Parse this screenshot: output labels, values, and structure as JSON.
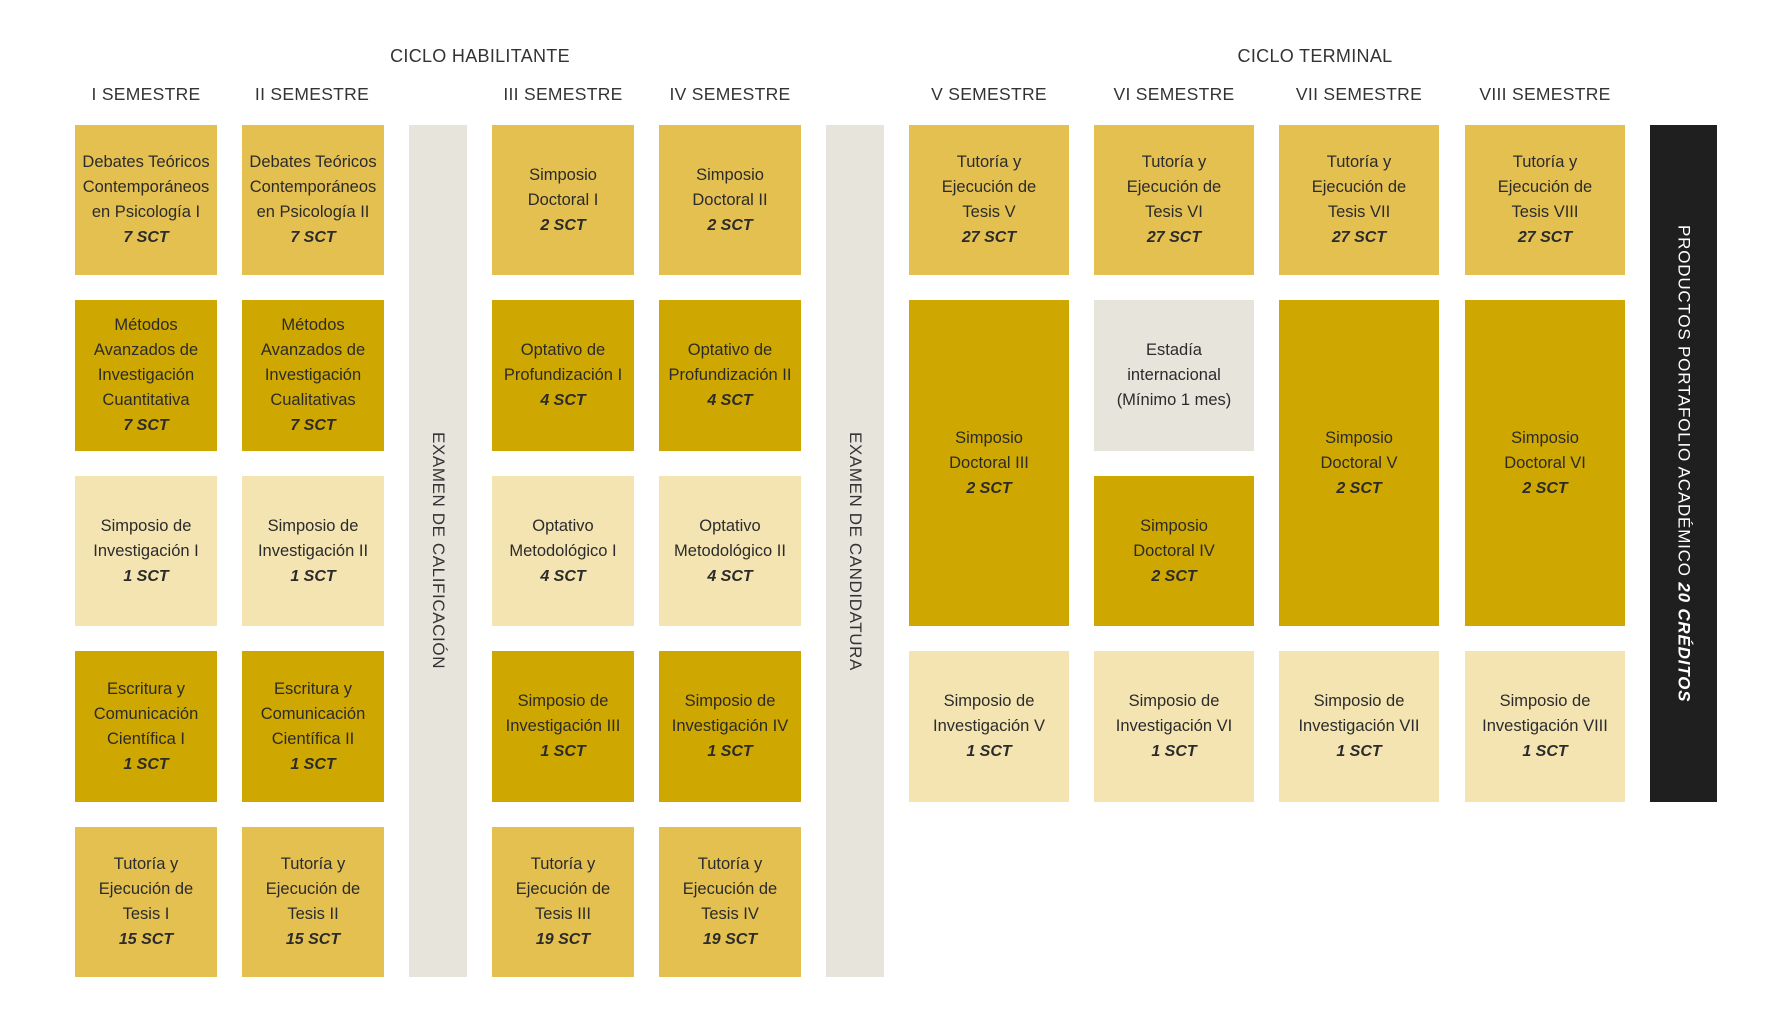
{
  "cycles": {
    "habilitante": "CICLO HABILITANTE",
    "terminal": "CICLO TERMINAL"
  },
  "semesters": [
    "I SEMESTRE",
    "II SEMESTRE",
    "III SEMESTRE",
    "IV SEMESTRE",
    "V SEMESTRE",
    "VI SEMESTRE",
    "VII SEMESTRE",
    "VIII SEMESTRE"
  ],
  "exams": {
    "calificacion": "EXAMEN DE CALIFICACIÓN",
    "candidatura": "EXAMEN DE CANDIDATURA"
  },
  "portfolio": {
    "label": "PRODUCTOS PORTAFOLIO ACADÉMICO",
    "credits": "20 CRÉDITOS"
  },
  "colors": {
    "mid": "#e4c051",
    "dark": "#cfa701",
    "light": "#f3e4b2",
    "grey": "#e7e4dc",
    "portfolio": "#1f1f1f"
  },
  "courses": {
    "s1_debates": {
      "lines": [
        "Debates Teóricos",
        "Contemporáneos",
        "en Psicología I"
      ],
      "credits": "7 SCT"
    },
    "s1_metodos": {
      "lines": [
        "Métodos",
        "Avanzados de",
        "Investigación",
        "Cuantitativa"
      ],
      "credits": "7 SCT"
    },
    "s1_simposio": {
      "lines": [
        "Simposio de",
        "Investigación I"
      ],
      "credits": "1 SCT"
    },
    "s1_escritura": {
      "lines": [
        "Escritura y",
        "Comunicación",
        "Científica I"
      ],
      "credits": "1 SCT"
    },
    "s1_tutoria": {
      "lines": [
        "Tutoría y",
        "Ejecución de",
        "Tesis I"
      ],
      "credits": "15 SCT"
    },
    "s2_debates": {
      "lines": [
        "Debates Teóricos",
        "Contemporáneos",
        "en Psicología II"
      ],
      "credits": "7 SCT"
    },
    "s2_metodos": {
      "lines": [
        "Métodos",
        "Avanzados de",
        "Investigación",
        "Cualitativas"
      ],
      "credits": "7 SCT"
    },
    "s2_simposio": {
      "lines": [
        "Simposio de",
        "Investigación II"
      ],
      "credits": "1 SCT"
    },
    "s2_escritura": {
      "lines": [
        "Escritura y",
        "Comunicación",
        "Científica II"
      ],
      "credits": "1 SCT"
    },
    "s2_tutoria": {
      "lines": [
        "Tutoría y",
        "Ejecución de",
        "Tesis II"
      ],
      "credits": "15 SCT"
    },
    "s3_simposio_doc": {
      "lines": [
        "Simposio",
        "Doctoral I"
      ],
      "credits": "2 SCT"
    },
    "s3_optativo_prof": {
      "lines": [
        "Optativo de",
        "Profundización I"
      ],
      "credits": "4 SCT"
    },
    "s3_optativo_met": {
      "lines": [
        "Optativo",
        "Metodológico I"
      ],
      "credits": "4 SCT"
    },
    "s3_simposio_inv": {
      "lines": [
        "Simposio de",
        "Investigación III"
      ],
      "credits": "1 SCT"
    },
    "s3_tutoria": {
      "lines": [
        "Tutoría y",
        "Ejecución de",
        "Tesis III"
      ],
      "credits": "19 SCT"
    },
    "s4_simposio_doc": {
      "lines": [
        "Simposio",
        "Doctoral II"
      ],
      "credits": "2 SCT"
    },
    "s4_optativo_prof": {
      "lines": [
        "Optativo de",
        "Profundización II"
      ],
      "credits": "4 SCT"
    },
    "s4_optativo_met": {
      "lines": [
        "Optativo",
        "Metodológico II"
      ],
      "credits": "4 SCT"
    },
    "s4_simposio_inv": {
      "lines": [
        "Simposio de",
        "Investigación IV"
      ],
      "credits": "1 SCT"
    },
    "s4_tutoria": {
      "lines": [
        "Tutoría y",
        "Ejecución de",
        "Tesis IV"
      ],
      "credits": "19 SCT"
    },
    "s5_tutoria": {
      "lines": [
        "Tutoría y",
        "Ejecución de",
        "Tesis V"
      ],
      "credits": "27 SCT"
    },
    "s5_simposio_doc": {
      "lines": [
        "Simposio",
        "Doctoral III"
      ],
      "credits": "2 SCT"
    },
    "s5_simposio_inv": {
      "lines": [
        "Simposio de",
        "Investigación V"
      ],
      "credits": "1 SCT"
    },
    "s6_tutoria": {
      "lines": [
        "Tutoría y",
        "Ejecución de",
        "Tesis VI"
      ],
      "credits": "27 SCT"
    },
    "s6_estadia": {
      "lines": [
        "Estadía",
        "internacional",
        "(Mínimo 1 mes)"
      ],
      "credits": ""
    },
    "s6_simposio_doc": {
      "lines": [
        "Simposio",
        "Doctoral IV"
      ],
      "credits": "2 SCT"
    },
    "s6_simposio_inv": {
      "lines": [
        "Simposio de",
        "Investigación VI"
      ],
      "credits": "1 SCT"
    },
    "s7_tutoria": {
      "lines": [
        "Tutoría y",
        "Ejecución de",
        "Tesis VII"
      ],
      "credits": "27 SCT"
    },
    "s7_simposio_doc": {
      "lines": [
        "Simposio",
        "Doctoral V"
      ],
      "credits": "2 SCT"
    },
    "s7_simposio_inv": {
      "lines": [
        "Simposio de",
        "Investigación VII"
      ],
      "credits": "1 SCT"
    },
    "s8_tutoria": {
      "lines": [
        "Tutoría y",
        "Ejecución de",
        "Tesis VIII"
      ],
      "credits": "27 SCT"
    },
    "s8_simposio_doc": {
      "lines": [
        "Simposio",
        "Doctoral VI"
      ],
      "credits": "2 SCT"
    },
    "s8_simposio_inv": {
      "lines": [
        "Simposio de",
        "Investigación VIII"
      ],
      "credits": "1 SCT"
    }
  }
}
